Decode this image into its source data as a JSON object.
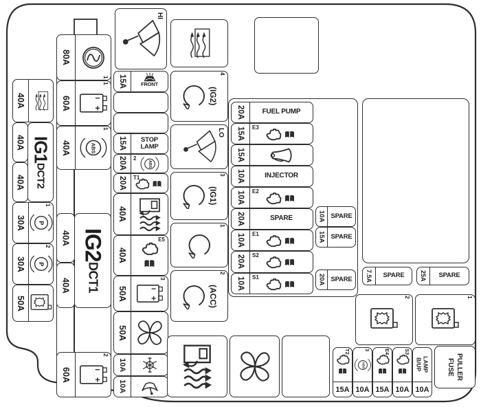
{
  "colors": {
    "line": "#2e2e2e",
    "background": "#ffffff"
  },
  "strip1": {
    "row1_amp": "40A",
    "amp2": "40A",
    "amp3": "40A",
    "label_big": "IG1",
    "label_small": "DCT2",
    "row4_amp": "30A",
    "row4_sup": "1",
    "row4_p": "P",
    "row5_amp": "30A",
    "row5_sup": "2",
    "row5_p": "P",
    "row6_amp": "50A"
  },
  "strip2": {
    "row1_amp": "80A",
    "row1_sup": "1",
    "row2_amp": "60A",
    "row2_sup": "1",
    "row3_amp": "40A",
    "row3_sup": "1",
    "row3_abs": "ABS",
    "amp_ig2": "40A",
    "amp_dct1": "40A",
    "label_big": "IG2",
    "label_small": "DCT1",
    "row8_amp": "60A",
    "row8_sup": "2"
  },
  "strip3": {
    "r1_amp": "15A",
    "r1_label": "FRONT",
    "r4_amp": "15A",
    "r4_label": "STOP LAMP",
    "r5_amp": "20A",
    "r5_sup": "2",
    "r5_abs": "ABS",
    "r6_amp": "20A",
    "r6_sup": "T1",
    "r7_amp": "40A",
    "r8_amp": "40A",
    "r8_sup": "E5",
    "r9_amp": "50A",
    "r9_sup": "3",
    "r10_amp": "50A",
    "r11_amp": "10A",
    "r12_amp": "10A"
  },
  "relays": {
    "hi": "HI",
    "lo": "LO",
    "ig2_label": "(IG2)",
    "ig2_sup": "4",
    "ig1_label": "(IG1)",
    "ig1_sup": "3",
    "r1_sup": "1",
    "acc_label": "(ACC)",
    "acc_sup": "2"
  },
  "fusestrip": {
    "r1_amp": "20A",
    "r1_label": "FUEL PUMP",
    "r2_amp": "15A",
    "r2_sup": "E3",
    "r3_amp": "15A",
    "r4_amp": "10A",
    "r4_label": "INJECTOR",
    "r5_amp": "10A",
    "r5_sup": "E2",
    "r6_amp": "20A",
    "r6_label": "SPARE",
    "r7_amp": "10A",
    "r7_sup": "E1",
    "r8_amp": "20A",
    "r8_sup": "S2",
    "r9_amp": "10A",
    "r9_sup": "S1",
    "s1_amp": "10A",
    "s1_label": "SPARE",
    "s2_amp": "15A",
    "s2_label": "SPARE",
    "s3_amp": "20A",
    "s3_label": "SPARE"
  },
  "right": {
    "spare75_amp": "7.5A",
    "spare75_label": "SPARE",
    "spare25_amp": "25A",
    "spare25_label": "SPARE",
    "cog2_sup": "2",
    "cog1_sup": "1"
  },
  "bottom": {
    "f1_amp": "15A",
    "f1_sup": "T2",
    "f2_amp": "10A",
    "f2_sup": "3",
    "f2_abs": "ABS",
    "f3_amp": "15A",
    "f3_sup": "E4",
    "f4_amp": "10A",
    "f4_sup": "S3",
    "f5_amp": "10A",
    "f5_label": "B/UP LAMP",
    "puller": "FUSE PULLER"
  }
}
